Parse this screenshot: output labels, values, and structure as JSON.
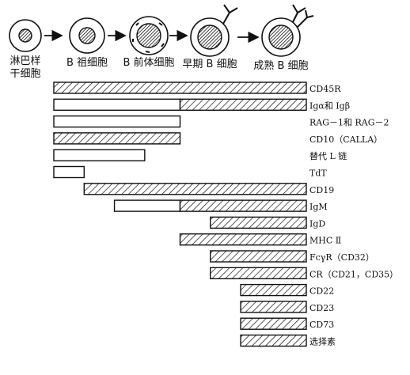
{
  "stages": [
    {
      "lines": [
        "淋巴样",
        "干细胞"
      ]
    },
    {
      "lines": [
        "B 祖细胞"
      ]
    },
    {
      "lines": [
        "B 前体细胞"
      ]
    },
    {
      "lines": [
        "早期 B 细胞"
      ]
    },
    {
      "lines": [
        "成熟 B 细胞"
      ]
    }
  ],
  "markers": [
    {
      "label": "CD45R",
      "segments": [
        {
          "start": 0,
          "end": 5,
          "fill": "hatch"
        }
      ]
    },
    {
      "label": "Igα和 Igβ",
      "segments": [
        {
          "start": 0,
          "end": 2.5,
          "fill": "open"
        },
        {
          "start": 2.5,
          "end": 5,
          "fill": "hatch"
        }
      ]
    },
    {
      "label": "RAG－1和 RAG－2",
      "segments": [
        {
          "start": 0,
          "end": 2.5,
          "fill": "open"
        }
      ]
    },
    {
      "label": "CD10（CALLA）",
      "segments": [
        {
          "start": 0,
          "end": 2.5,
          "fill": "hatch"
        }
      ]
    },
    {
      "label": "替代 L 链",
      "segments": [
        {
          "start": 0,
          "end": 1.8,
          "fill": "open"
        }
      ]
    },
    {
      "label": "TdT",
      "segments": [
        {
          "start": 0,
          "end": 0.6,
          "fill": "open"
        }
      ]
    },
    {
      "label": "CD19",
      "segments": [
        {
          "start": 0.6,
          "end": 5,
          "fill": "hatch"
        }
      ]
    },
    {
      "label": "IgM",
      "segments": [
        {
          "start": 1.2,
          "end": 2.5,
          "fill": "open"
        },
        {
          "start": 2.5,
          "end": 5,
          "fill": "hatch"
        }
      ]
    },
    {
      "label": "IgD",
      "segments": [
        {
          "start": 3.1,
          "end": 5,
          "fill": "hatch"
        }
      ]
    },
    {
      "label": "MHC Ⅱ",
      "segments": [
        {
          "start": 2.5,
          "end": 5,
          "fill": "hatch"
        }
      ]
    },
    {
      "label": "FcγR（CD32）",
      "segments": [
        {
          "start": 3.1,
          "end": 5,
          "fill": "hatch"
        }
      ]
    },
    {
      "label": "CR（CD21，CD35）",
      "segments": [
        {
          "start": 3.1,
          "end": 5,
          "fill": "hatch"
        }
      ]
    },
    {
      "label": "CD22",
      "segments": [
        {
          "start": 3.7,
          "end": 5,
          "fill": "hatch"
        }
      ]
    },
    {
      "label": "CD23",
      "segments": [
        {
          "start": 3.7,
          "end": 5,
          "fill": "hatch"
        }
      ]
    },
    {
      "label": "CD73",
      "segments": [
        {
          "start": 3.7,
          "end": 5,
          "fill": "hatch"
        }
      ]
    },
    {
      "label": "选择素",
      "segments": [
        {
          "start": 3.7,
          "end": 5,
          "fill": "hatch"
        }
      ]
    }
  ]
}
